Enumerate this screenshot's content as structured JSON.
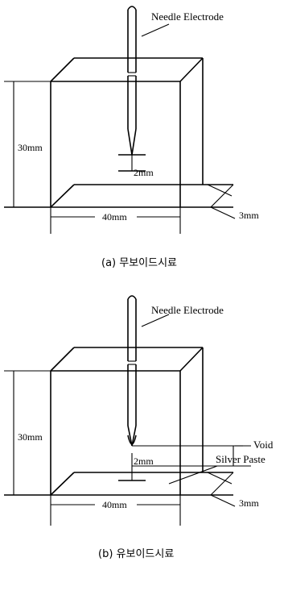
{
  "diagram_a": {
    "needle_label": "Needle Electrode",
    "height_label": "30mm",
    "gap_label": "2mm",
    "thickness_label": "3mm",
    "width_label": "40mm",
    "caption": "(a) 무보이드시료"
  },
  "diagram_b": {
    "needle_label": "Needle Electrode",
    "height_label": "30mm",
    "gap_label": "2mm",
    "thickness_label": "3mm",
    "width_label": "40mm",
    "void_label": "Void",
    "paste_label": "Silver Paste",
    "caption": "(b) 유보이드시료"
  }
}
